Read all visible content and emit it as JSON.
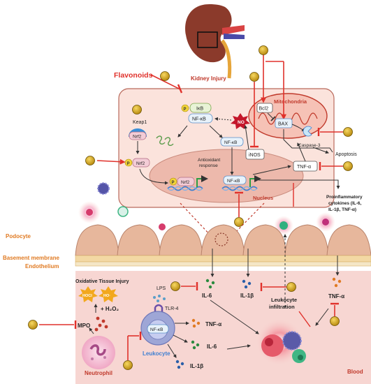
{
  "colors": {
    "red": "#e0312b",
    "orange": "#e07a22",
    "cell_fill": "#fbe3dc",
    "cell_stroke": "#b96a5c",
    "podocyte": "#e7b79c",
    "membrane": "#f3d8a3",
    "blood": "#f7d6d2",
    "flavonoid": "#d6a521",
    "blue_dna": "#3e7fd1",
    "nfkb": "#e8f2fa",
    "mito": "#f6c2b6"
  },
  "labels": {
    "kidney_injury": "Kidney Injury",
    "flavonoids": "Flavonoids",
    "mitochondria": "Mitochondria",
    "keap1": "Keap1",
    "nrf2": "Nrf2",
    "nrf2_free": "Nrf2",
    "nrf2_nucleus": "Nrf2",
    "p": "P",
    "ikb": "IκB",
    "nfkb_complex": "NF-κB",
    "nfkb_cyto": "NF-κB",
    "nfkb_nucleus": "NF-κB",
    "nfkb_leuko": "NF-κB",
    "no": "NO",
    "inos": "iNOS",
    "bcl2": "Bcl2",
    "bax": "BAX",
    "caspase3": "Caspase-3",
    "apoptosis": "Apoptosis",
    "tnfa_box": "TNF-α",
    "antioxidant_line1": "Antioxidant",
    "antioxidant_line2": "response",
    "nucleus": "Nucleus",
    "proinflam_line1": "Proinflammatory",
    "proinflam_line2": "cytokines (IL-6,",
    "proinflam_line3": "IL-1β, TNF-α)",
    "podocyte": "Podocyte",
    "basement_membrane": "Basement membrane",
    "endothelium": "Endothelium",
    "oxidative_injury": "Oxidative Tissue Injury",
    "hocl": "HOCl",
    "ho": "HO·",
    "h2o2": "+ H₂O₂",
    "mpo": "MPO",
    "neutrophil": "Neutrophil",
    "lps": "LPS",
    "tlr4": "TLR-4",
    "leukocyte": "Leukocyte",
    "tnfa_leuko": "TNF-α",
    "il6_leuko": "IL-6",
    "il1b_leuko": "IL-1β",
    "il6_top": "IL-6",
    "il1b_top": "IL-1β",
    "leukocyte_infiltration_line1": "Leukocyte",
    "leukocyte_infiltration_line2": "infiltration",
    "tnfa_right": "TNF-α",
    "blood": "Blood"
  }
}
